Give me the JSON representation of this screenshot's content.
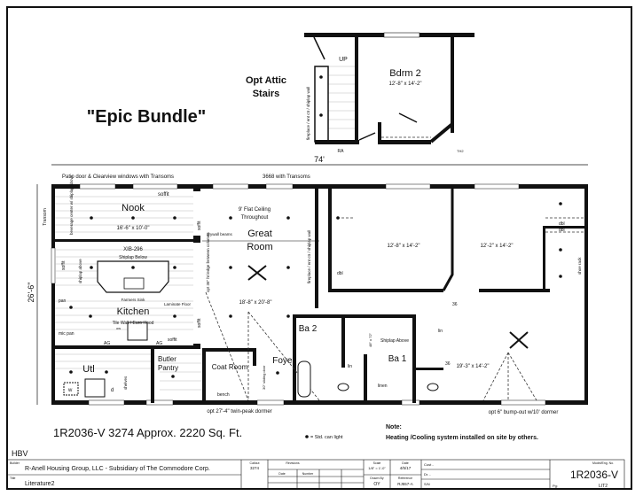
{
  "title": "\"Epic Bundle\"",
  "attic": {
    "label_line1": "Opt Attic",
    "label_line2": "Stairs",
    "up": "UP",
    "bedroom": "Bdrm 2",
    "bedroom_size": "12'-8\" x 14'-2\"",
    "wall_note": "fireplace / ent ctr / shiplap wall",
    "ra": "RA",
    "misc": "TH2"
  },
  "dimensions": {
    "width": "74'",
    "depth": "26'-6\""
  },
  "notes_top": {
    "patio": "Patio door & Clearview windows with Transoms",
    "transoms": "3668 with Transoms",
    "transom_side": "Transom"
  },
  "rooms": {
    "nook": "Nook",
    "nook_size": "16'-6\" x 10'-0\"",
    "nook_soffit": "soffit",
    "beverage": "beverage center w/ shiplap above",
    "ceiling_line1": "9' Flat Ceiling",
    "ceiling_line2": "Throughout",
    "drywall": "drywall beams",
    "great_line1": "Great",
    "great_line2": "Room",
    "great_size": "18'-8\" x 20'-8\"",
    "ledge": "opt 36\" ht ledge between columns",
    "fireplace": "fireplace / ent ctr / shiplap wall",
    "island": "XIB-296",
    "shiplap_below": "Shiplap Below",
    "shiplap_above": "shiplap above",
    "soffit": "soffit",
    "pan": "pan",
    "mic_pan": "mic pan",
    "farmers_sink": "Farmers Sink",
    "laminate": "Laminate Floor",
    "kitchen": "Kitchen",
    "tile_wall": "Tile Wall / Euro Hood",
    "ag": "AG",
    "ow": "ow",
    "util": "Utl",
    "washer": "w",
    "dryer": "d",
    "shelves": "shelves",
    "butler": "Butler",
    "pantry": "Pantry",
    "coat_room": "Coat Room",
    "bench": "bench",
    "foyer": "Foyer",
    "sliding_door": "30\" sliding door",
    "ba2": "Ba 2",
    "lin": "lin",
    "shower": "48\" x 72\"",
    "ba1": "Ba 1",
    "shiplap_above_ba": "Shiplap Above",
    "linen": "linen",
    "door36": "36",
    "bed3_size": "12'-8\" x 14'-2\"",
    "bed4_size": "12'-2\" x 14'-2\"",
    "dbl": "dbl",
    "shoe_rack": "shoe rack",
    "master_size": "19'-3\" x 14'-2\"",
    "dormer_twin": "opt 27'-4\" twin-peak dormer",
    "dormer_bump": "opt 6\" bump-out w/10' dormer"
  },
  "summary": "1R2036-V 3274  Approx. 2220 Sq. Ft.",
  "legend": "= Std. can light",
  "note_title": "Note:",
  "note_text": "Heating /Cooling system installed on site by others.",
  "hbv": "HBV",
  "title_block": {
    "builder_label": "Builder",
    "builder": "R-Anell Housing Group, LLC - Subsidiary of The Commodore Corp.",
    "title_label": "Title",
    "title": "Literature2",
    "callout_label": "Callout",
    "callout": "3274",
    "revisions_label": "Revisions",
    "date_col": "Date",
    "number_col": "Number",
    "scale_label": "Scale",
    "scale": "1/8\" = 1'-0\"",
    "date_label": "Date",
    "date": "4/5/17",
    "drawn_label": "Drawn By",
    "drawn": "OY",
    "reference_label": "Reference",
    "reference": "RJ557-A",
    "cust": "Cust -",
    "dr": "Dr. -",
    "sn": "S/N",
    "model_label": "Model/Eng. No.",
    "model": "1R2036-V",
    "pg_label": "Pg:",
    "pg": "LIT2"
  }
}
